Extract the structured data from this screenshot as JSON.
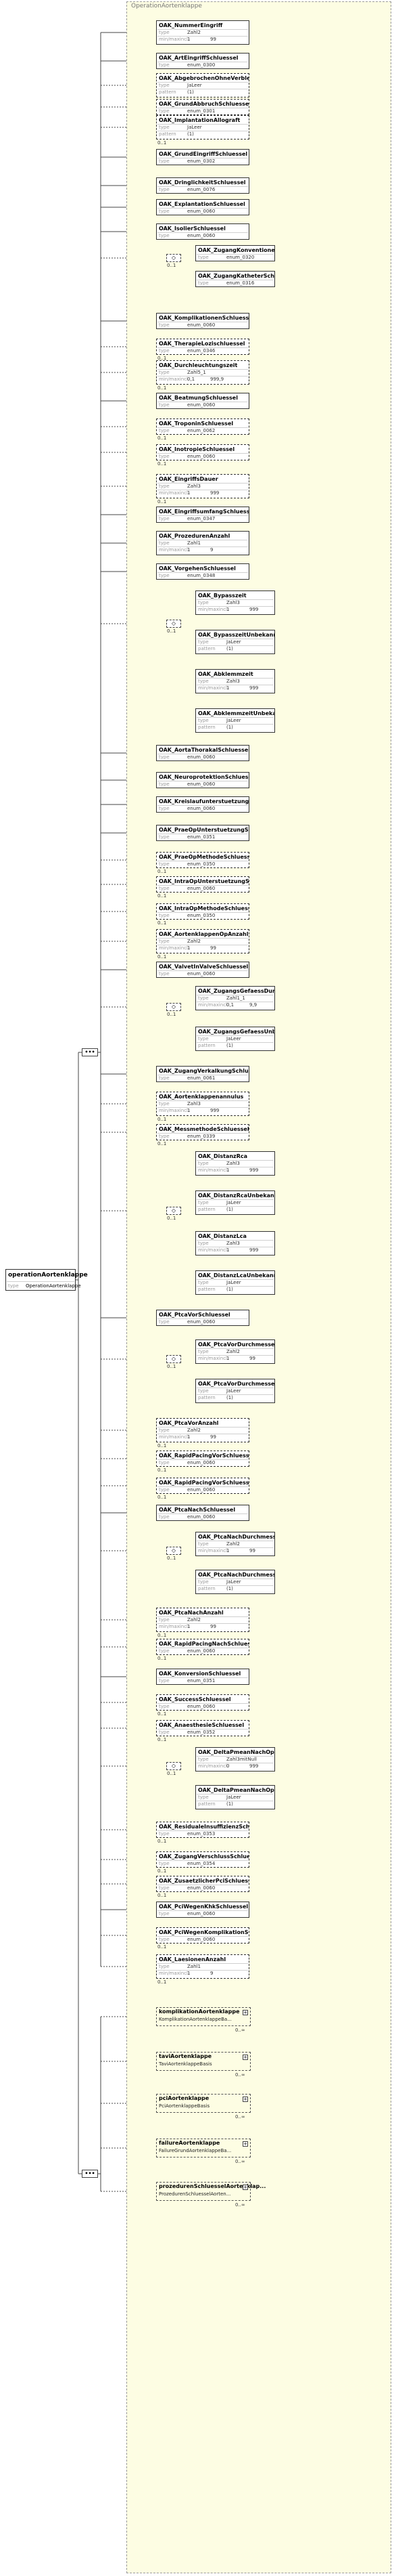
{
  "root": {
    "name": "operationAortenklappe",
    "type_label": "type",
    "type_value": "OperationAortenklappe"
  },
  "outer_title": "OperationAortenklappe",
  "labels": {
    "type": "type",
    "minmax": "min/maxincl.",
    "pattern": "pattern",
    "expand": "+"
  },
  "elements": [
    {
      "name": "OAK_NummerEingriff",
      "rows": [
        {
          "k": "type",
          "v": "Zahl2"
        },
        {
          "k": "min/maxincl.",
          "v": "1",
          "v2": "99"
        }
      ]
    },
    {
      "name": "OAK_ArtEingriffSchluessel",
      "rows": [
        {
          "k": "type",
          "v": "enum_0300"
        }
      ]
    },
    {
      "name": "OAK_AbgebrochenOhneVerbleib",
      "rows": [
        {
          "k": "type",
          "v": "JaLeer"
        },
        {
          "k": "pattern",
          "v": "(1)"
        }
      ]
    },
    {
      "name": "OAK_GrundAbbruchSchluessel",
      "rows": [
        {
          "k": "type",
          "v": "enum_0301"
        }
      ]
    },
    {
      "name": "OAK_ImplantationAllograft",
      "rows": [
        {
          "k": "type",
          "v": "JaLeer"
        },
        {
          "k": "pattern",
          "v": "(1)"
        }
      ]
    },
    {
      "name": "OAK_GrundEingriffSchluessel",
      "rows": [
        {
          "k": "type",
          "v": "enum_0302"
        }
      ]
    },
    {
      "name": "OAK_DringlichkeitSchluessel",
      "rows": [
        {
          "k": "type",
          "v": "enum_0076"
        }
      ]
    },
    {
      "name": "OAK_ExplantationSchluessel",
      "rows": [
        {
          "k": "type",
          "v": "enum_0060"
        }
      ]
    },
    {
      "name": "OAK_IsolierSchluessel",
      "rows": [
        {
          "k": "type",
          "v": "enum_0060"
        }
      ]
    },
    {
      "name": "OAK_ZugangKonventionellSchlue...",
      "rows": [
        {
          "k": "type",
          "v": "enum_0320"
        }
      ]
    },
    {
      "name": "OAK_ZugangKatheterSchluessel",
      "rows": [
        {
          "k": "type",
          "v": "enum_0316"
        }
      ]
    },
    {
      "name": "OAK_KomplikationenSchluessel",
      "rows": [
        {
          "k": "type",
          "v": "enum_0060"
        }
      ]
    },
    {
      "name": "OAK_TherapieLozischluessel",
      "rows": [
        {
          "k": "type",
          "v": "enum_0346"
        }
      ]
    },
    {
      "name": "OAK_Durchleuchtungszeit",
      "rows": [
        {
          "k": "type",
          "v": "Zahl5_1"
        },
        {
          "k": "min/maxincl.",
          "v": "0,1",
          "v2": "999,9"
        }
      ]
    },
    {
      "name": "OAK_BeatmungSchluessel",
      "rows": [
        {
          "k": "type",
          "v": "enum_0060"
        }
      ]
    },
    {
      "name": "OAK_TroponinSchluessel",
      "rows": [
        {
          "k": "type",
          "v": "enum_0062"
        }
      ]
    },
    {
      "name": "OAK_InotropieSchluessel",
      "rows": [
        {
          "k": "type",
          "v": "enum_0060"
        }
      ]
    },
    {
      "name": "OAK_EingriffsDauer",
      "rows": [
        {
          "k": "type",
          "v": "Zahl3"
        },
        {
          "k": "min/maxincl.",
          "v": "1",
          "v2": "999"
        }
      ]
    },
    {
      "name": "OAK_EingriffsumfangSchluessel",
      "rows": [
        {
          "k": "type",
          "v": "enum_0347"
        }
      ]
    },
    {
      "name": "OAK_ProzedurenAnzahl",
      "rows": [
        {
          "k": "type",
          "v": "Zahl1"
        },
        {
          "k": "min/maxincl.",
          "v": "1",
          "v2": "9"
        }
      ]
    },
    {
      "name": "OAK_VorgehenSchluessel",
      "rows": [
        {
          "k": "type",
          "v": "enum_0348"
        }
      ]
    },
    {
      "name": "OAK_Bypasszeit",
      "rows": [
        {
          "k": "type",
          "v": "Zahl3"
        },
        {
          "k": "min/maxincl.",
          "v": "1",
          "v2": "999"
        }
      ]
    },
    {
      "name": "OAK_BypasszeitUnbekannt",
      "rows": [
        {
          "k": "type",
          "v": "JaLeer"
        },
        {
          "k": "pattern",
          "v": "(1)"
        }
      ]
    },
    {
      "name": "OAK_Abklemmzeit",
      "rows": [
        {
          "k": "type",
          "v": "Zahl3"
        },
        {
          "k": "min/maxincl.",
          "v": "1",
          "v2": "999"
        }
      ]
    },
    {
      "name": "OAK_AbklemmzeitUnbekannt",
      "rows": [
        {
          "k": "type",
          "v": "JaLeer"
        },
        {
          "k": "pattern",
          "v": "(1)"
        }
      ]
    },
    {
      "name": "OAK_AortaThorakalSchluessel",
      "rows": [
        {
          "k": "type",
          "v": "enum_0060"
        }
      ]
    },
    {
      "name": "OAK_NeuroprotektionSchluessel",
      "rows": [
        {
          "k": "type",
          "v": "enum_0060"
        }
      ]
    },
    {
      "name": "OAK_KreislaufunterstuetzungSchl...",
      "rows": [
        {
          "k": "type",
          "v": "enum_0060"
        }
      ]
    },
    {
      "name": "OAK_PraeOpUnterstuetzungSchlu...",
      "rows": [
        {
          "k": "type",
          "v": "enum_0351"
        }
      ]
    },
    {
      "name": "OAK_PraeOpMethodeSchluessel",
      "rows": [
        {
          "k": "type",
          "v": "enum_0350"
        }
      ]
    },
    {
      "name": "OAK_IntraOpUnterstuetzungSchlu...",
      "rows": [
        {
          "k": "type",
          "v": "enum_0060"
        }
      ]
    },
    {
      "name": "OAK_IntraOpMethodeSchluessel",
      "rows": [
        {
          "k": "type",
          "v": "enum_0350"
        }
      ]
    },
    {
      "name": "OAK_AortenklappenOpAnzahl",
      "rows": [
        {
          "k": "type",
          "v": "Zahl2"
        },
        {
          "k": "min/maxincl.",
          "v": "1",
          "v2": "99"
        }
      ]
    },
    {
      "name": "OAK_ValvetInValveSchluessel",
      "rows": [
        {
          "k": "type",
          "v": "enum_0060"
        }
      ]
    },
    {
      "name": "OAK_ZugangsGefaessDurchmesser",
      "rows": [
        {
          "k": "type",
          "v": "Zahl1_1"
        },
        {
          "k": "min/maxincl.",
          "v": "0,1",
          "v2": "9,9"
        }
      ]
    },
    {
      "name": "OAK_ZugangsGefaessUnbekannt",
      "rows": [
        {
          "k": "type",
          "v": "JaLeer"
        },
        {
          "k": "pattern",
          "v": "(1)"
        }
      ]
    },
    {
      "name": "OAK_ZugangVerkalkungSchluessel",
      "rows": [
        {
          "k": "type",
          "v": "enum_0061"
        }
      ]
    },
    {
      "name": "OAK_Aortenklappenannulus",
      "rows": [
        {
          "k": "type",
          "v": "Zahl3"
        },
        {
          "k": "min/maxincl.",
          "v": "1",
          "v2": "999"
        }
      ]
    },
    {
      "name": "OAK_MessmethodeSchluessel",
      "rows": [
        {
          "k": "type",
          "v": "enum_0339"
        }
      ]
    },
    {
      "name": "OAK_DistanzRca",
      "rows": [
        {
          "k": "type",
          "v": "Zahl3"
        },
        {
          "k": "min/maxincl.",
          "v": "1",
          "v2": "999"
        }
      ]
    },
    {
      "name": "OAK_DistanzRcaUnbekannt",
      "rows": [
        {
          "k": "type",
          "v": "JaLeer"
        },
        {
          "k": "pattern",
          "v": "(1)"
        }
      ]
    },
    {
      "name": "OAK_DistanzLca",
      "rows": [
        {
          "k": "type",
          "v": "Zahl3"
        },
        {
          "k": "min/maxincl.",
          "v": "1",
          "v2": "999"
        }
      ]
    },
    {
      "name": "OAK_DistanzLcaUnbekannt",
      "rows": [
        {
          "k": "type",
          "v": "JaLeer"
        },
        {
          "k": "pattern",
          "v": "(1)"
        }
      ]
    },
    {
      "name": "OAK_PtcaVorSchluessel",
      "rows": [
        {
          "k": "type",
          "v": "enum_0060"
        }
      ]
    },
    {
      "name": "OAK_PtcaVorDurchmesser",
      "rows": [
        {
          "k": "type",
          "v": "Zahl2"
        },
        {
          "k": "min/maxincl.",
          "v": "1",
          "v2": "99"
        }
      ]
    },
    {
      "name": "OAK_PtcaVorDurchmesserUnbeka...",
      "rows": [
        {
          "k": "type",
          "v": "JaLeer"
        },
        {
          "k": "pattern",
          "v": "(1)"
        }
      ]
    },
    {
      "name": "OAK_PtcaVorAnzahl",
      "rows": [
        {
          "k": "type",
          "v": "Zahl2"
        },
        {
          "k": "min/maxincl.",
          "v": "1",
          "v2": "99"
        }
      ]
    },
    {
      "name": "OAK_RapidPacingVorSchluessel",
      "rows": [
        {
          "k": "type",
          "v": "enum_0060"
        }
      ]
    },
    {
      "name": "OAK_RapidPacingVorSchluessel",
      "rows": [
        {
          "k": "type",
          "v": "enum_0060"
        }
      ]
    },
    {
      "name": "OAK_PtcaNachSchluessel",
      "rows": [
        {
          "k": "type",
          "v": "enum_0060"
        }
      ]
    },
    {
      "name": "OAK_PtcaNachDurchmesser",
      "rows": [
        {
          "k": "type",
          "v": "Zahl2"
        },
        {
          "k": "min/maxincl.",
          "v": "1",
          "v2": "99"
        }
      ]
    },
    {
      "name": "OAK_PtcaNachDurchmesserUnbe...",
      "rows": [
        {
          "k": "type",
          "v": "JaLeer"
        },
        {
          "k": "pattern",
          "v": "(1)"
        }
      ]
    },
    {
      "name": "OAK_PtcaNachAnzahl",
      "rows": [
        {
          "k": "type",
          "v": "Zahl2"
        },
        {
          "k": "min/maxincl.",
          "v": "1",
          "v2": "99"
        }
      ]
    },
    {
      "name": "OAK_RapidPacingNachSchluessel",
      "rows": [
        {
          "k": "type",
          "v": "enum_0060"
        }
      ]
    },
    {
      "name": "OAK_KonversionSchluessel",
      "rows": [
        {
          "k": "type",
          "v": "enum_0351"
        }
      ]
    },
    {
      "name": "OAK_SuccessSchluessel",
      "rows": [
        {
          "k": "type",
          "v": "enum_0060"
        }
      ]
    },
    {
      "name": "OAK_AnaesthesieSchluessel",
      "rows": [
        {
          "k": "type",
          "v": "enum_0352"
        }
      ]
    },
    {
      "name": "OAK_DeltaPmeanNachOp",
      "rows": [
        {
          "k": "type",
          "v": "Zahl3mitNull"
        },
        {
          "k": "min/maxincl.",
          "v": "0",
          "v2": "999"
        }
      ]
    },
    {
      "name": "OAK_DeltaPmeanNachOpUnbeka...",
      "rows": [
        {
          "k": "type",
          "v": "JaLeer"
        },
        {
          "k": "pattern",
          "v": "(1)"
        }
      ]
    },
    {
      "name": "OAK_ResidualeInsuffizienzSchlus...",
      "rows": [
        {
          "k": "type",
          "v": "enum_0353"
        }
      ]
    },
    {
      "name": "OAK_ZugangVerschlussSchluessel",
      "rows": [
        {
          "k": "type",
          "v": "enum_0354"
        }
      ]
    },
    {
      "name": "OAK_ZusaetzlicherPciSchluessel",
      "rows": [
        {
          "k": "type",
          "v": "enum_0060"
        }
      ]
    },
    {
      "name": "OAK_PciWegenKhkSchluessel",
      "rows": [
        {
          "k": "type",
          "v": "enum_0060"
        }
      ]
    },
    {
      "name": "OAK_PciWegenKomplikationSchl...",
      "rows": [
        {
          "k": "type",
          "v": "enum_0060"
        }
      ]
    },
    {
      "name": "OAK_LaesionenAnzahl",
      "rows": [
        {
          "k": "type",
          "v": "Zahl1"
        },
        {
          "k": "min/maxincl.",
          "v": "1",
          "v2": "9"
        }
      ]
    }
  ],
  "groups": [
    {
      "name": "komplikationAortenklappe",
      "sub": "KomplikationAortenklappeBa...",
      "mult": "0..∞"
    },
    {
      "name": "taviAortenklappe",
      "sub": "TaviAortenklappeBasis",
      "mult": "0..∞"
    },
    {
      "name": "pciAortenklappe",
      "sub": "PciAortenklappeBasis",
      "mult": "0..∞"
    },
    {
      "name": "failureAortenklappe",
      "sub": "FailureGrundAortenklappeBa...",
      "mult": "0..∞"
    },
    {
      "name": "prozedurenSchluesselAortenklap...",
      "sub": "ProzedurenSchluesselAorten...",
      "mult": "0..∞"
    }
  ],
  "multiplicity": {
    "opt": "0..1"
  }
}
